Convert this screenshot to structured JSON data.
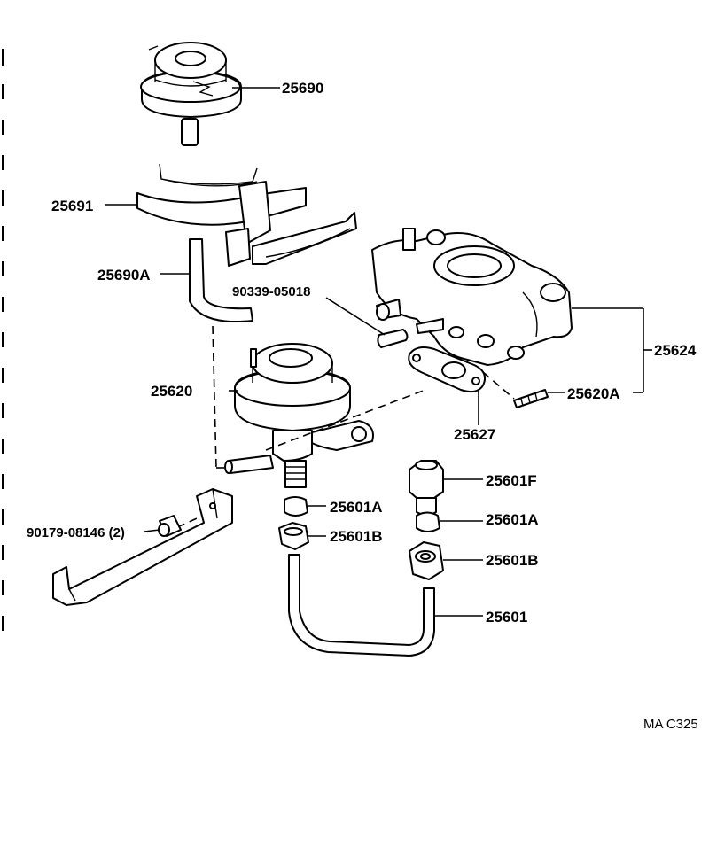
{
  "diagram": {
    "labels": {
      "p25690": "25690",
      "p25691": "25691",
      "p25690A": "25690A",
      "p90339": "90339-05018",
      "p25624": "25624",
      "p25620": "25620",
      "p25620A": "25620A",
      "p25627": "25627",
      "p25601F": "25601F",
      "p25601A_left": "25601A",
      "p25601A_right": "25601A",
      "p25601B_left": "25601B",
      "p25601B_right": "25601B",
      "p25601": "25601",
      "p90179": "90179-08146 (2)"
    },
    "drawing_code": "MA  C325"
  }
}
